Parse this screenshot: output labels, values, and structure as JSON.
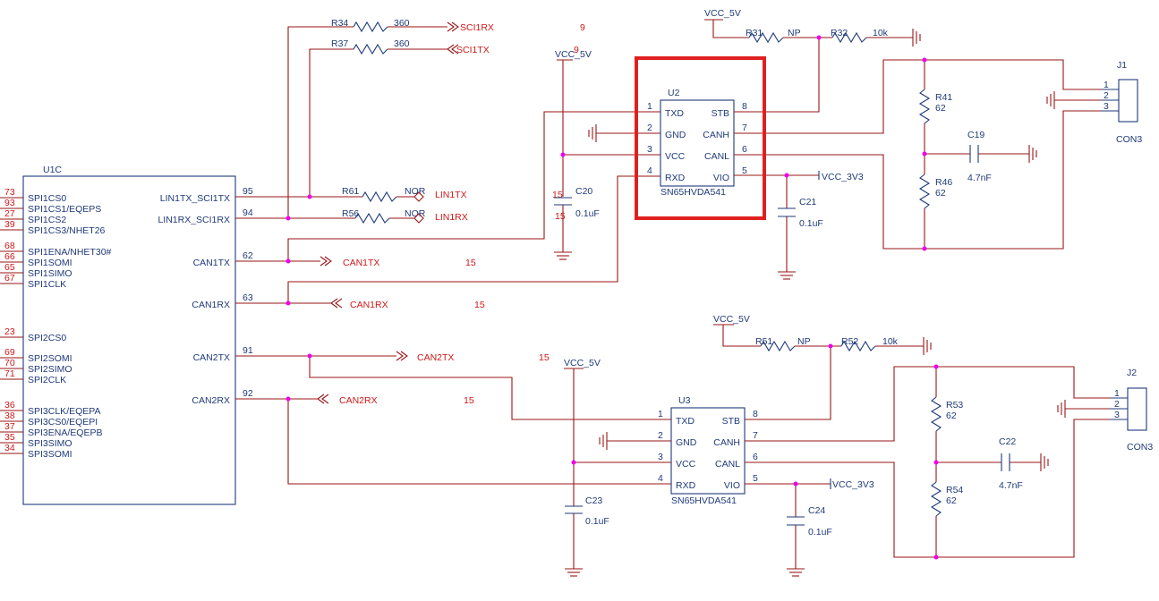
{
  "u1c": {
    "ref": "U1C",
    "left_pins": [
      {
        "num": "73",
        "name": "SPI1CS0"
      },
      {
        "num": "93",
        "name": "SPI1CS1/EQEPS"
      },
      {
        "num": "27",
        "name": "SPI1CS2"
      },
      {
        "num": "39",
        "name": "SPI1CS3/NHET26"
      },
      {
        "num": "68",
        "name": "SPI1ENA/NHET30#"
      },
      {
        "num": "66",
        "name": "SPI1SOMI"
      },
      {
        "num": "65",
        "name": "SPI1SIMO"
      },
      {
        "num": "67",
        "name": "SPI1CLK"
      },
      {
        "num": "23",
        "name": "SPI2CS0"
      },
      {
        "num": "69",
        "name": "SPI2SOMI"
      },
      {
        "num": "70",
        "name": "SPI2SIMO"
      },
      {
        "num": "71",
        "name": "SPI2CLK"
      },
      {
        "num": "36",
        "name": "SPI3CLK/EQEPA"
      },
      {
        "num": "38",
        "name": "SPI3CS0/EQEPI"
      },
      {
        "num": "37",
        "name": "SPI3ENA/EQEPB"
      },
      {
        "num": "35",
        "name": "SPI3SIMO"
      },
      {
        "num": "34",
        "name": "SPI3SOMI"
      }
    ],
    "right_pins": [
      {
        "num": "95",
        "name": "LIN1TX_SCI1TX"
      },
      {
        "num": "94",
        "name": "LIN1RX_SCI1RX"
      },
      {
        "num": "62",
        "name": "CAN1TX"
      },
      {
        "num": "63",
        "name": "CAN1RX"
      },
      {
        "num": "91",
        "name": "CAN2TX"
      },
      {
        "num": "92",
        "name": "CAN2RX"
      }
    ]
  },
  "transceivers": [
    {
      "ref": "U2",
      "part": "SN65HVDA541",
      "left": [
        {
          "num": "1",
          "name": "TXD"
        },
        {
          "num": "2",
          "name": "GND"
        },
        {
          "num": "3",
          "name": "VCC"
        },
        {
          "num": "4",
          "name": "RXD"
        }
      ],
      "right": [
        {
          "num": "8",
          "name": "STB"
        },
        {
          "num": "7",
          "name": "CANH"
        },
        {
          "num": "6",
          "name": "CANL"
        },
        {
          "num": "5",
          "name": "VIO"
        }
      ]
    },
    {
      "ref": "U3",
      "part": "SN65HVDA541",
      "left": [
        {
          "num": "1",
          "name": "TXD"
        },
        {
          "num": "2",
          "name": "GND"
        },
        {
          "num": "3",
          "name": "VCC"
        },
        {
          "num": "4",
          "name": "RXD"
        }
      ],
      "right": [
        {
          "num": "8",
          "name": "STB"
        },
        {
          "num": "7",
          "name": "CANH"
        },
        {
          "num": "6",
          "name": "CANL"
        },
        {
          "num": "5",
          "name": "VIO"
        }
      ]
    }
  ],
  "resistors": [
    {
      "ref": "R34",
      "value": "360"
    },
    {
      "ref": "R37",
      "value": "360"
    },
    {
      "ref": "R61",
      "value": "NOR"
    },
    {
      "ref": "R56",
      "value": "NOR"
    },
    {
      "ref": "R31",
      "value": "NP"
    },
    {
      "ref": "R32",
      "value": "10k"
    },
    {
      "ref": "R41",
      "value": "62"
    },
    {
      "ref": "R46",
      "value": "62"
    },
    {
      "ref": "R51",
      "value": "NP"
    },
    {
      "ref": "R52",
      "value": "10k"
    },
    {
      "ref": "R53",
      "value": "62"
    },
    {
      "ref": "R54",
      "value": "62"
    }
  ],
  "capacitors": [
    {
      "ref": "C20",
      "value": "0.1uF"
    },
    {
      "ref": "C21",
      "value": "0.1uF"
    },
    {
      "ref": "C19",
      "value": "4.7nF"
    },
    {
      "ref": "C23",
      "value": "0.1uF"
    },
    {
      "ref": "C24",
      "value": "0.1uF"
    },
    {
      "ref": "C22",
      "value": "4.7nF"
    }
  ],
  "connectors": [
    {
      "ref": "J1",
      "part": "CON3",
      "pins": [
        "1",
        "2",
        "3"
      ]
    },
    {
      "ref": "J2",
      "part": "CON3",
      "pins": [
        "1",
        "2",
        "3"
      ]
    }
  ],
  "power": {
    "vcc5": "VCC_5V",
    "vcc3v3": "VCC_3V3"
  },
  "net_labels": {
    "sci1rx": "SCI1RX",
    "sci1tx": "SCI1TX",
    "lin1tx": "LIN1TX",
    "lin1rx": "LIN1RX",
    "can1tx": "CAN1TX",
    "can1rx": "CAN1RX",
    "can2tx": "CAN2TX",
    "can2rx": "CAN2RX"
  },
  "sheet_refs": {
    "n9a": "9",
    "n9b": "9",
    "n15_can1tx": "15",
    "n15_can1rx": "15",
    "n15_can2tx": "15",
    "n15_can2rx": "15",
    "n15_c20a": "15",
    "n15_c20b": "15"
  },
  "highlight": {
    "target": "U2",
    "color": "#e02020"
  }
}
